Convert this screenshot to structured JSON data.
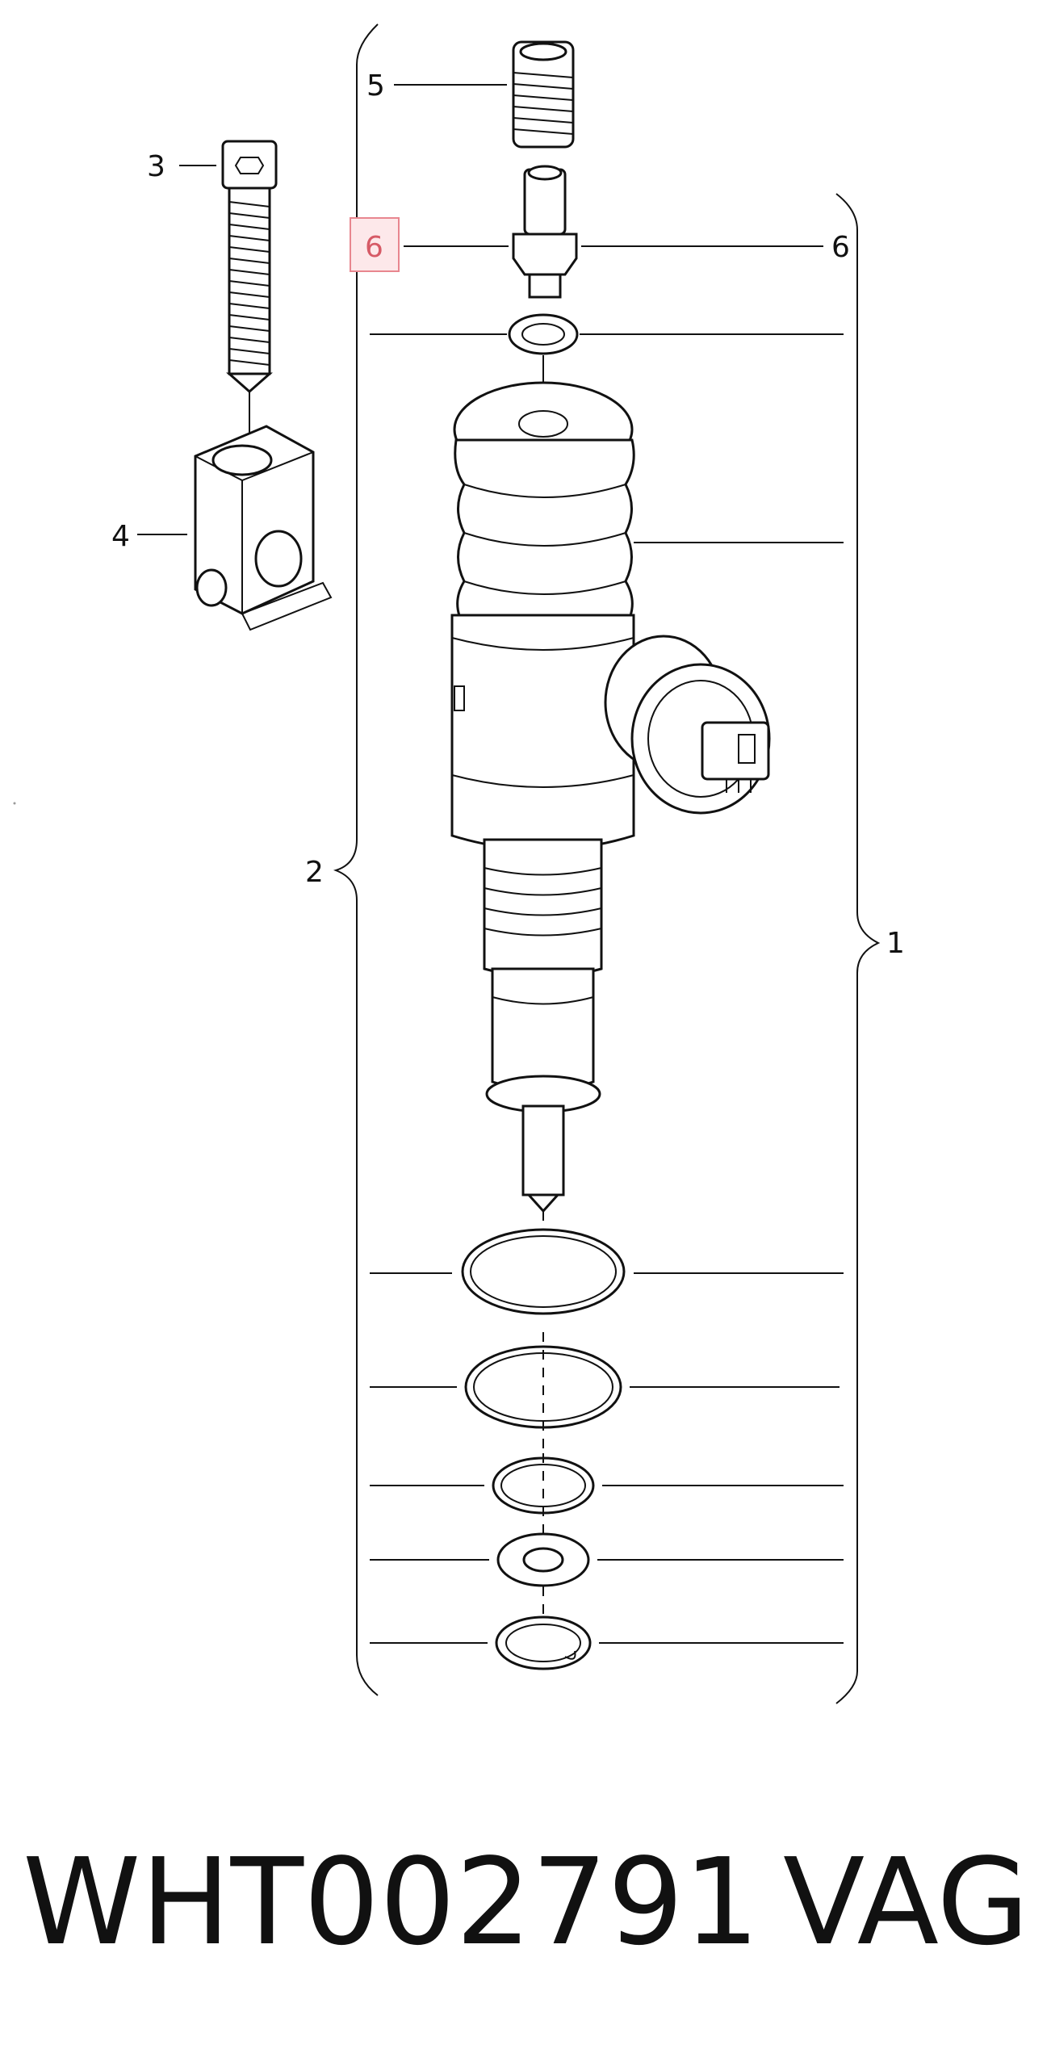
{
  "callouts": {
    "label_1": "1",
    "label_2": "2",
    "label_3": "3",
    "label_4": "4",
    "label_5": "5",
    "label_6_left": "6",
    "label_6_right": "6"
  },
  "footer": {
    "part_number": "WHT002791",
    "brand": "VAG"
  },
  "colors": {
    "line": "#111111",
    "highlight_fill": "#fde8ea",
    "highlight_stroke": "#e8868f"
  }
}
